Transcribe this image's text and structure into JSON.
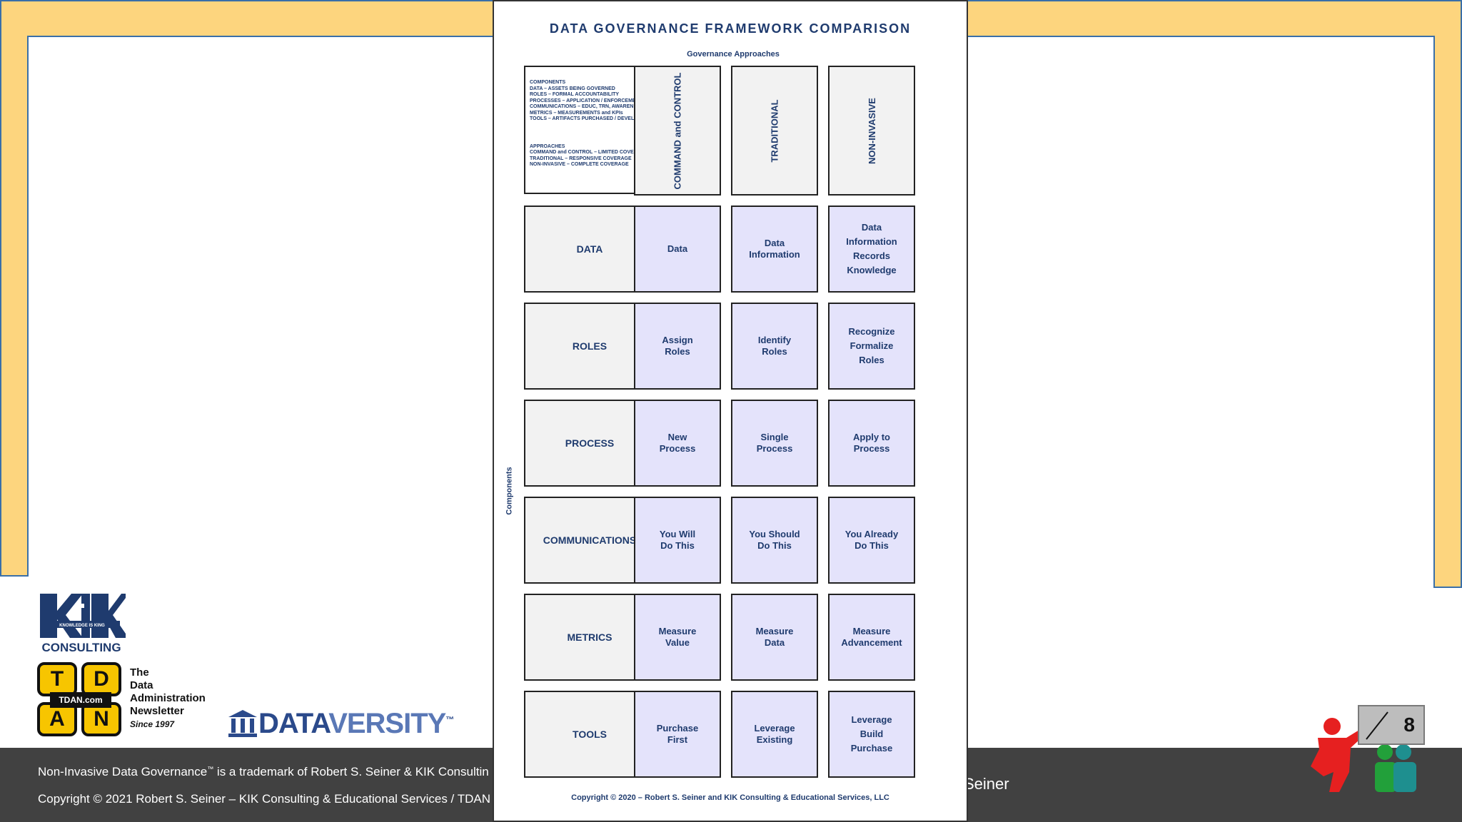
{
  "document": {
    "title": "DATA GOVERNANCE FRAMEWORK COMPARISON",
    "approaches_label": "Governance Approaches",
    "components_label": "Components",
    "legend": {
      "components_heading": "COMPONENTS",
      "components_lines": [
        "DATA – ASSETS BEING GOVERNED",
        "ROLES – FORMAL ACCOUNTABILITY",
        "PROCESSES – APPLICATION / ENFORCEMENT",
        "COMMUNICATIONS – EDUC, TRN, AWARENESS",
        "METRICS – MEASUREMENTS and KPIs",
        "TOOLS – ARTIFACTS PURCHASED / DEVELOPED"
      ],
      "approaches_heading": "APPROACHES",
      "approaches_lines": [
        "COMMAND and CONTROL – LIMITED COVERAGE",
        "TRADITIONAL – RESPONSIVE COVERAGE",
        "NON-INVASIVE – COMPLETE COVERAGE"
      ]
    },
    "approach_headers": [
      "COMMAND and CONTROL",
      "TRADITIONAL",
      "NON-INVASIVE"
    ],
    "rows": [
      {
        "component": "DATA",
        "values": [
          [
            "Data"
          ],
          [
            "Data",
            "Information"
          ],
          [
            "Data",
            "Information",
            "Records",
            "Knowledge"
          ]
        ]
      },
      {
        "component": "ROLES",
        "values": [
          [
            "Assign",
            "Roles"
          ],
          [
            "Identify",
            "Roles"
          ],
          [
            "Recognize",
            "Formalize",
            "Roles"
          ]
        ]
      },
      {
        "component": "PROCESS",
        "values": [
          [
            "New",
            "Process"
          ],
          [
            "Single",
            "Process"
          ],
          [
            "Apply to",
            "Process"
          ]
        ]
      },
      {
        "component": "COMMUNICATIONS",
        "values": [
          [
            "You Will",
            "Do This"
          ],
          [
            "You Should",
            "Do This"
          ],
          [
            "You Already",
            "Do This"
          ]
        ]
      },
      {
        "component": "METRICS",
        "values": [
          [
            "Measure",
            "Value"
          ],
          [
            "Measure",
            "Data"
          ],
          [
            "Measure",
            "Advancement"
          ]
        ]
      },
      {
        "component": "TOOLS",
        "values": [
          [
            "Purchase",
            "First"
          ],
          [
            "Leverage",
            "Existing"
          ],
          [
            "Leverage",
            "Build",
            "Purchase"
          ]
        ]
      }
    ],
    "copyright": "Copyright © 2020 – Robert S. Seiner and KIK Consulting & Educational Services, LLC"
  },
  "slide": {
    "footer_line1": "Non-Invasive Data Governance",
    "footer_tm": "™",
    "footer_line1_rest": " is a trademark of Robert S. Seiner & KIK Consultin",
    "footer_line2": "Copyright © 2021 Robert S. Seiner – KIK Consulting & Educational Services / TDAN",
    "footer_right_fragment": "Seiner",
    "page_number": "8"
  },
  "logos": {
    "kik_tagline": "KNOWLEDGE IS KING",
    "kik_name": "CONSULTING",
    "tdan_letters": [
      "T",
      "D",
      "A",
      "N"
    ],
    "tdan_domain": "TDAN.com",
    "tdan_lines": [
      "The",
      "Data",
      "Administration",
      "Newsletter"
    ],
    "tdan_since": "Since 1997",
    "dataversity_a": "DATA",
    "dataversity_b": "VERSITY",
    "dataversity_tm": "™"
  }
}
